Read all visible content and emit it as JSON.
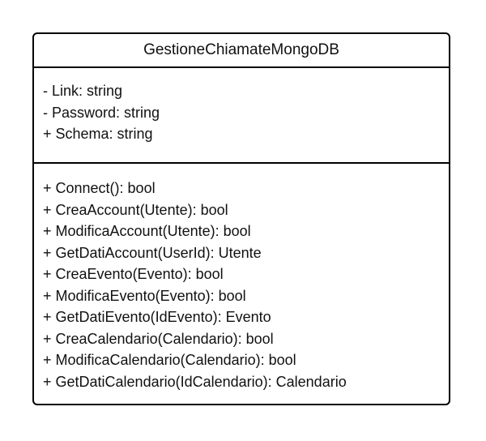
{
  "uml_class": {
    "name": "GestioneChiamateMongoDB",
    "attributes": [
      "- Link: string",
      "- Password: string",
      "+ Schema: string"
    ],
    "operations": [
      "+ Connect(): bool",
      "+ CreaAccount(Utente): bool",
      "+ ModificaAccount(Utente): bool",
      "+ GetDatiAccount(UserId): Utente",
      "+ CreaEvento(Evento): bool",
      "+ ModificaEvento(Evento): bool",
      "+ GetDatiEvento(IdEvento): Evento",
      "+ CreaCalendario(Calendario): bool",
      "+ ModificaCalendario(Calendario): bool",
      "+ GetDatiCalendario(IdCalendario): Calendario"
    ]
  }
}
